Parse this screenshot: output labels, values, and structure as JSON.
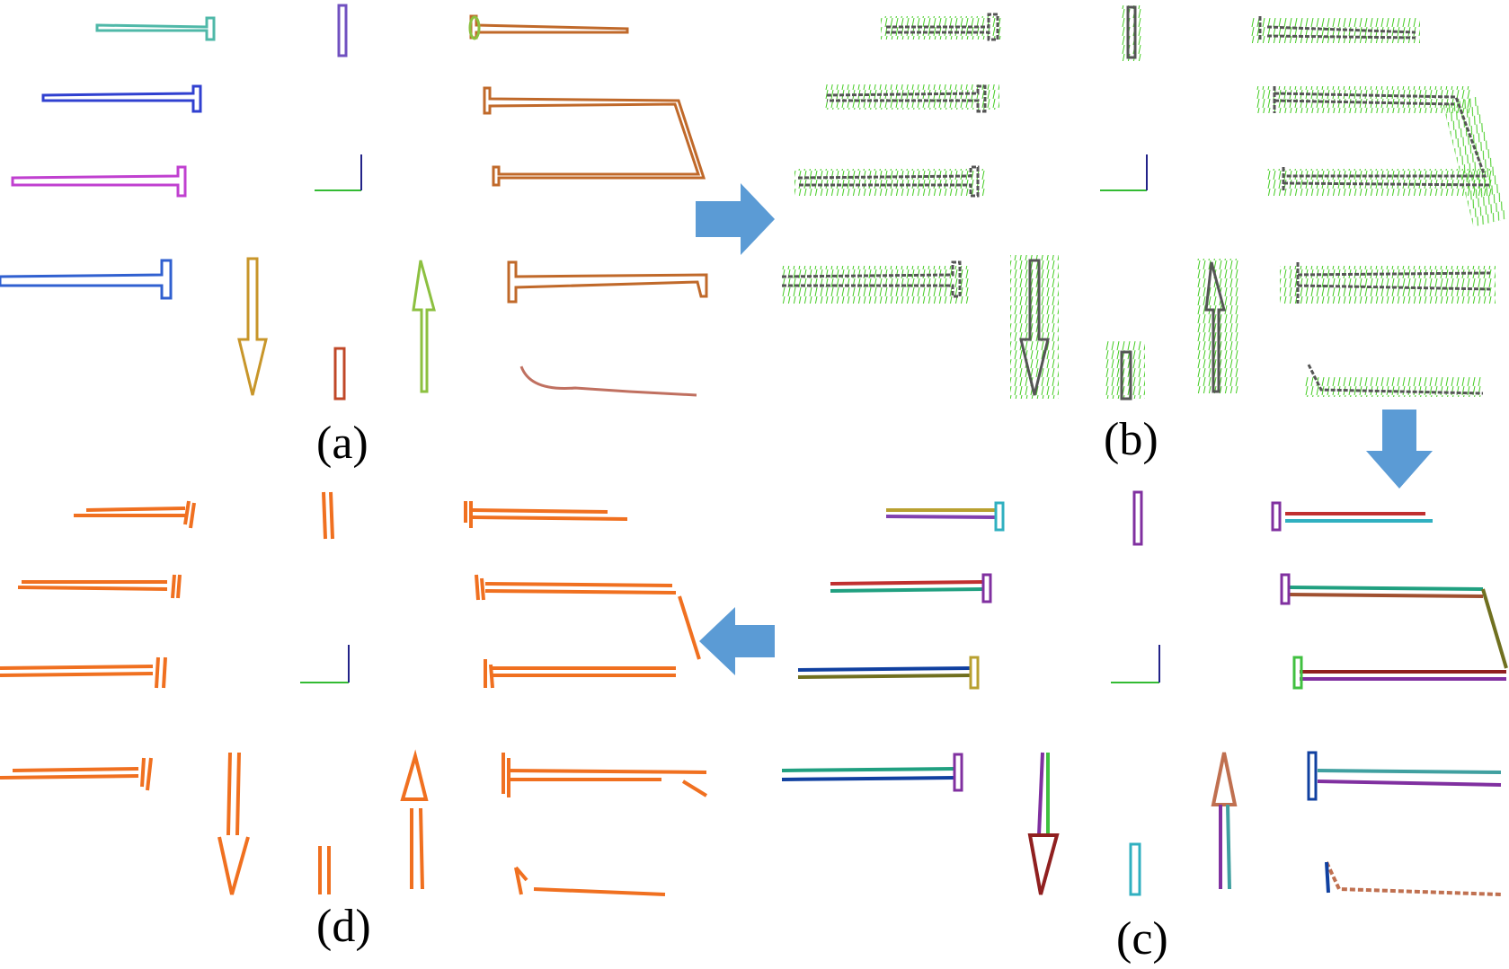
{
  "figure": {
    "panels": [
      {
        "id": "a",
        "label": "(a)"
      },
      {
        "id": "b",
        "label": "(b)"
      },
      {
        "id": "c",
        "label": "(c)"
      },
      {
        "id": "d",
        "label": "(d)"
      }
    ],
    "flow_arrows": [
      {
        "from": "a",
        "to": "b",
        "direction": "right"
      },
      {
        "from": "b",
        "to": "c",
        "direction": "down"
      },
      {
        "from": "c",
        "to": "d",
        "direction": "left"
      }
    ],
    "colors": {
      "arrow": "#5b9bd5",
      "panel_d_lines": "#f07020",
      "normals": "#44cc22",
      "points": "#555555",
      "axis_x": "#33bb33",
      "axis_y": "#222288",
      "panel_a_strokes": [
        "#4fb8a8",
        "#7050c0",
        "#c0692a",
        "#3040d0",
        "#c040d0",
        "#3060d0",
        "#c8962a",
        "#c04828",
        "#8cc040",
        "#c07060"
      ],
      "panel_c_segments": [
        "#b8a030",
        "#8040b0",
        "#c03030",
        "#20a080",
        "#1040a0",
        "#707020",
        "#30b0c0",
        "#a05030",
        "#8030a0",
        "#40c040",
        "#902020",
        "#c07050",
        "#40a0a0"
      ]
    }
  }
}
